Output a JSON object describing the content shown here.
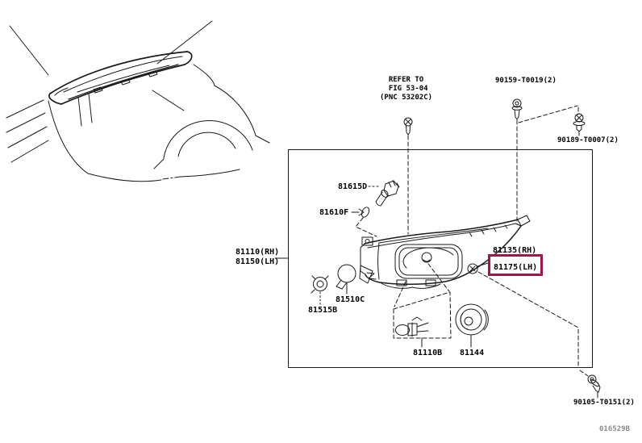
{
  "diagram": {
    "footer_code": "016529B",
    "highlight_color": "#A31642",
    "labels": {
      "refer_note": "  REFER TO\n  FIG 53-04\n(PNC 53202C)",
      "bolt_top": "90159-T0019(2)",
      "grommet_right": "90189-T0007(2)",
      "screw_bottom": "90105-T0151(2)",
      "socket_unit": "81615D",
      "bulb_clearance": "81610F",
      "headlamp_assy": "81110(RH)\n81150(LH)",
      "headlamp_body_rh": "81135(RH)",
      "headlamp_body_lh": "81175(LH)",
      "bulb_turnsignal": "81510C",
      "socket_turnsignal": "81515B",
      "bulb_headlamp": "81110B",
      "cap_headlamp": "81144"
    }
  }
}
